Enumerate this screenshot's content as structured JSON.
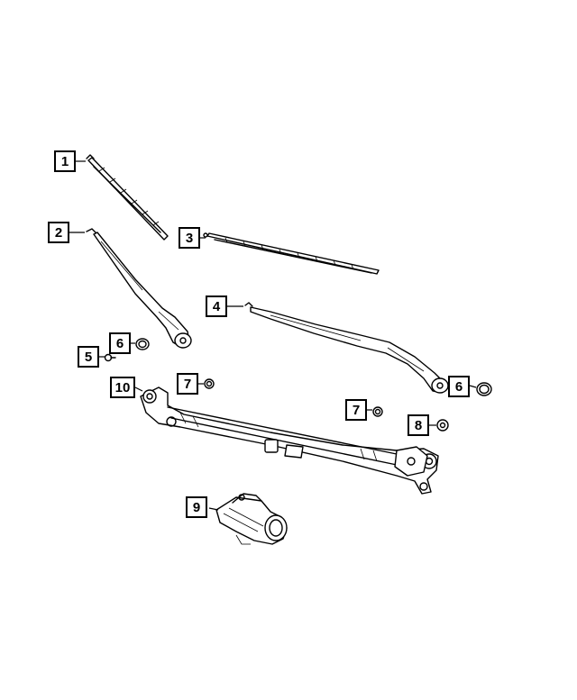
{
  "callouts": [
    {
      "id": "c1",
      "label": "1"
    },
    {
      "id": "c2",
      "label": "2"
    },
    {
      "id": "c3",
      "label": "3"
    },
    {
      "id": "c4",
      "label": "4"
    },
    {
      "id": "c5",
      "label": "5"
    },
    {
      "id": "c6a",
      "label": "6"
    },
    {
      "id": "c6b",
      "label": "6"
    },
    {
      "id": "c7a",
      "label": "7"
    },
    {
      "id": "c7b",
      "label": "7"
    },
    {
      "id": "c8",
      "label": "8"
    },
    {
      "id": "c9",
      "label": "9"
    },
    {
      "id": "c10",
      "label": "10"
    }
  ]
}
